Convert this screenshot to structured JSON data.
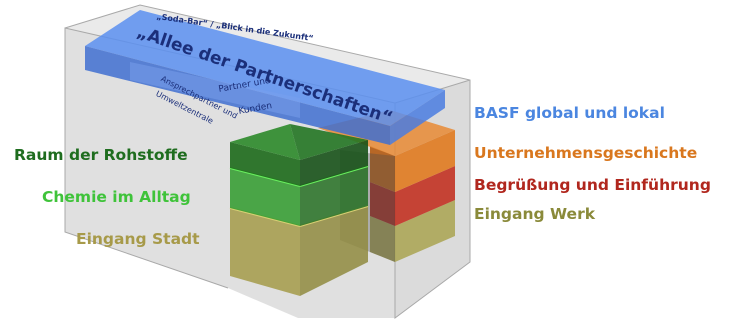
{
  "floors": {
    "left": [
      {
        "label": "Raum der Rohstoffe",
        "color": "#1f6d1f"
      },
      {
        "label": "Chemie im Alltag",
        "color": "#3fc33a"
      },
      {
        "label": "Eingang Stadt",
        "color": "#a79a49"
      }
    ],
    "right": [
      {
        "label": "BASF global und lokal",
        "color": "#4b86e0"
      },
      {
        "label": "Unternehmensgeschichte",
        "color": "#d9771e"
      },
      {
        "label": "Begrüßung und Einführung",
        "color": "#b1271e"
      },
      {
        "label": "Eingang Werk",
        "color": "#8a8a3a"
      }
    ]
  },
  "top_slab": {
    "subtitle": "„Soda-Bar“ / „Blick in die Zukunft“",
    "title": "„Allee der Partnerschaften“",
    "side_left_line1": "Ansprechpartner und",
    "side_left_line2": "Umweltzentrale",
    "side_right_line1": "Partner und",
    "side_right_line2": "Kunden"
  }
}
